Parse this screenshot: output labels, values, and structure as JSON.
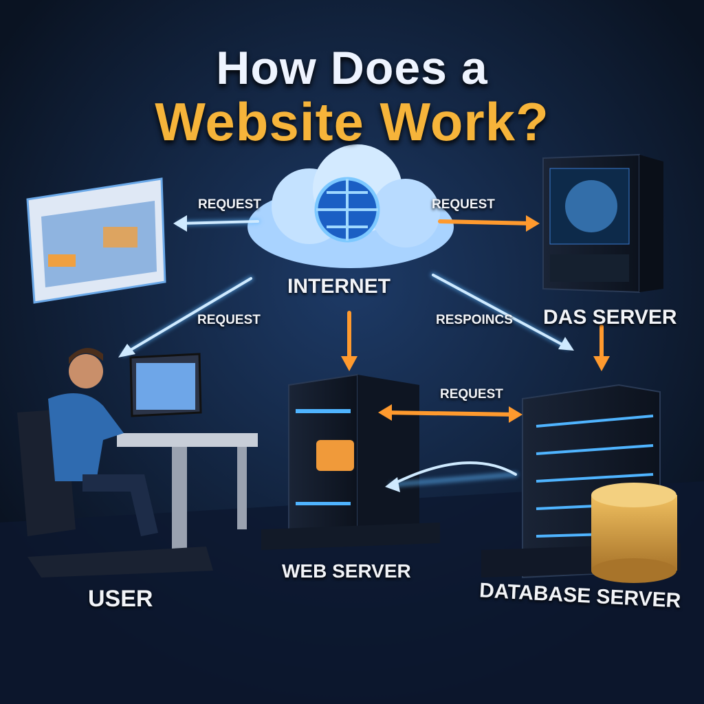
{
  "title": {
    "line1": "How Does a",
    "line2": "Website Work?"
  },
  "labels": {
    "request_left_top": "REQUEST",
    "request_right_top": "REQUEST",
    "internet": "INTERNET",
    "das_server": "DAS SERVER",
    "request_left_mid": "REQUEST",
    "response": "RESPOINCS",
    "request_middle": "REQUEST",
    "web_server": "WEB SERVER",
    "user": "USER",
    "database_server": "DATABASE SERVER"
  },
  "colors": {
    "background": "#0b1526",
    "blue_arrow": "#5fb8ff",
    "orange_arrow": "#ff9a2e",
    "title_accent": "#f6b43a"
  }
}
